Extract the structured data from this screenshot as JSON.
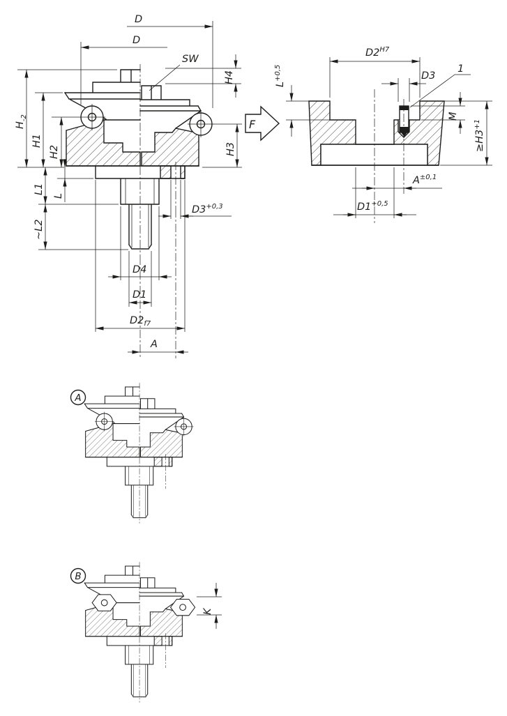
{
  "page": {
    "background": "#ffffff",
    "line_color": "#1d1d1b"
  },
  "main_view": {
    "dim_d_upper": "D",
    "dim_d_lower": "D",
    "wrench_label": "SW",
    "dim_h4": "H4",
    "dim_h": "H",
    "dim_h_tol": "-2",
    "dim_h1": "H1",
    "dim_h2": "H2",
    "dim_h3": "H3",
    "dim_l1": "L1",
    "dim_l": "L",
    "dim_l2": "~L2",
    "dim_d3": "D3",
    "dim_d3_tol": "+0,3",
    "dim_d4": "D4",
    "dim_d1": "D1",
    "dim_d2": "D2",
    "dim_d2_tol": "f7",
    "dim_a": "A"
  },
  "installation_view": {
    "force_label": "F",
    "dim_d2": "D2",
    "dim_d2_tol": "H7",
    "dim_d3": "D3",
    "item_ref": "1",
    "dim_l": "L",
    "dim_l_tol": "+0,5",
    "dim_m": "M",
    "dim_h3": "≥H3",
    "dim_h3_tol": "+1",
    "dim_a": "A",
    "dim_a_tol": "±0,1",
    "dim_d1": "D1",
    "dim_d1_tol": "+0,5"
  },
  "variants": {
    "variant_a_label": "A",
    "variant_b_label": "B",
    "dim_k": "K"
  }
}
